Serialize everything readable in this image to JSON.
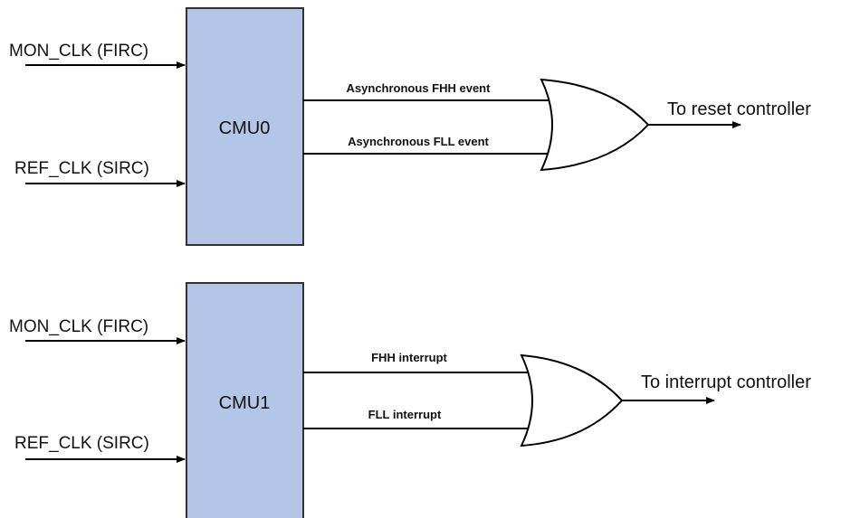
{
  "colors": {
    "block_fill": "#b4c6e7",
    "block_stroke": "#333333",
    "line": "#000000",
    "background": "#ffffff"
  },
  "diagram": {
    "top": {
      "inputs": [
        "MON_CLK (FIRC)",
        "REF_CLK (SIRC)"
      ],
      "block_label": "CMU0",
      "signals": [
        "Asynchronous FHH event",
        "Asynchronous FLL event"
      ],
      "gate": "OR",
      "output_label": "To reset controller"
    },
    "bottom": {
      "inputs": [
        "MON_CLK (FIRC)",
        "REF_CLK (SIRC)"
      ],
      "block_label": "CMU1",
      "signals": [
        "FHH interrupt",
        "FLL interrupt"
      ],
      "gate": "OR",
      "output_label": "To interrupt controller"
    }
  }
}
